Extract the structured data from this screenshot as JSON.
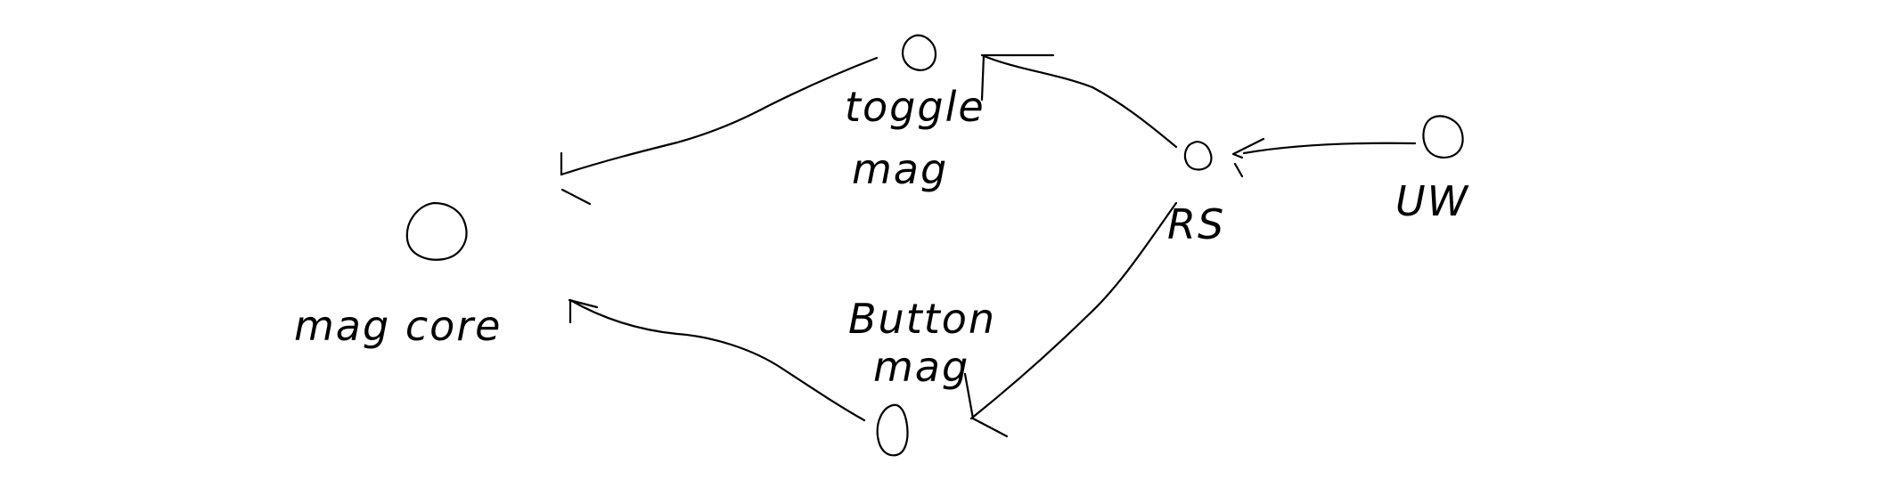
{
  "diagram": {
    "nodes": [
      {
        "id": "mag-core",
        "label": "mag core"
      },
      {
        "id": "toggle-mag",
        "label_lines": [
          "toggle",
          "mag"
        ]
      },
      {
        "id": "button-mag",
        "label_lines": [
          "Button",
          "mag"
        ]
      },
      {
        "id": "rs",
        "label": "RS"
      },
      {
        "id": "uw",
        "label": "UW"
      }
    ],
    "edges": [
      {
        "from": "uw",
        "to": "rs"
      },
      {
        "from": "rs",
        "to": "toggle-mag"
      },
      {
        "from": "rs",
        "to": "button-mag"
      },
      {
        "from": "toggle-mag",
        "to": "mag-core"
      },
      {
        "from": "button-mag",
        "to": "mag-core"
      }
    ]
  }
}
